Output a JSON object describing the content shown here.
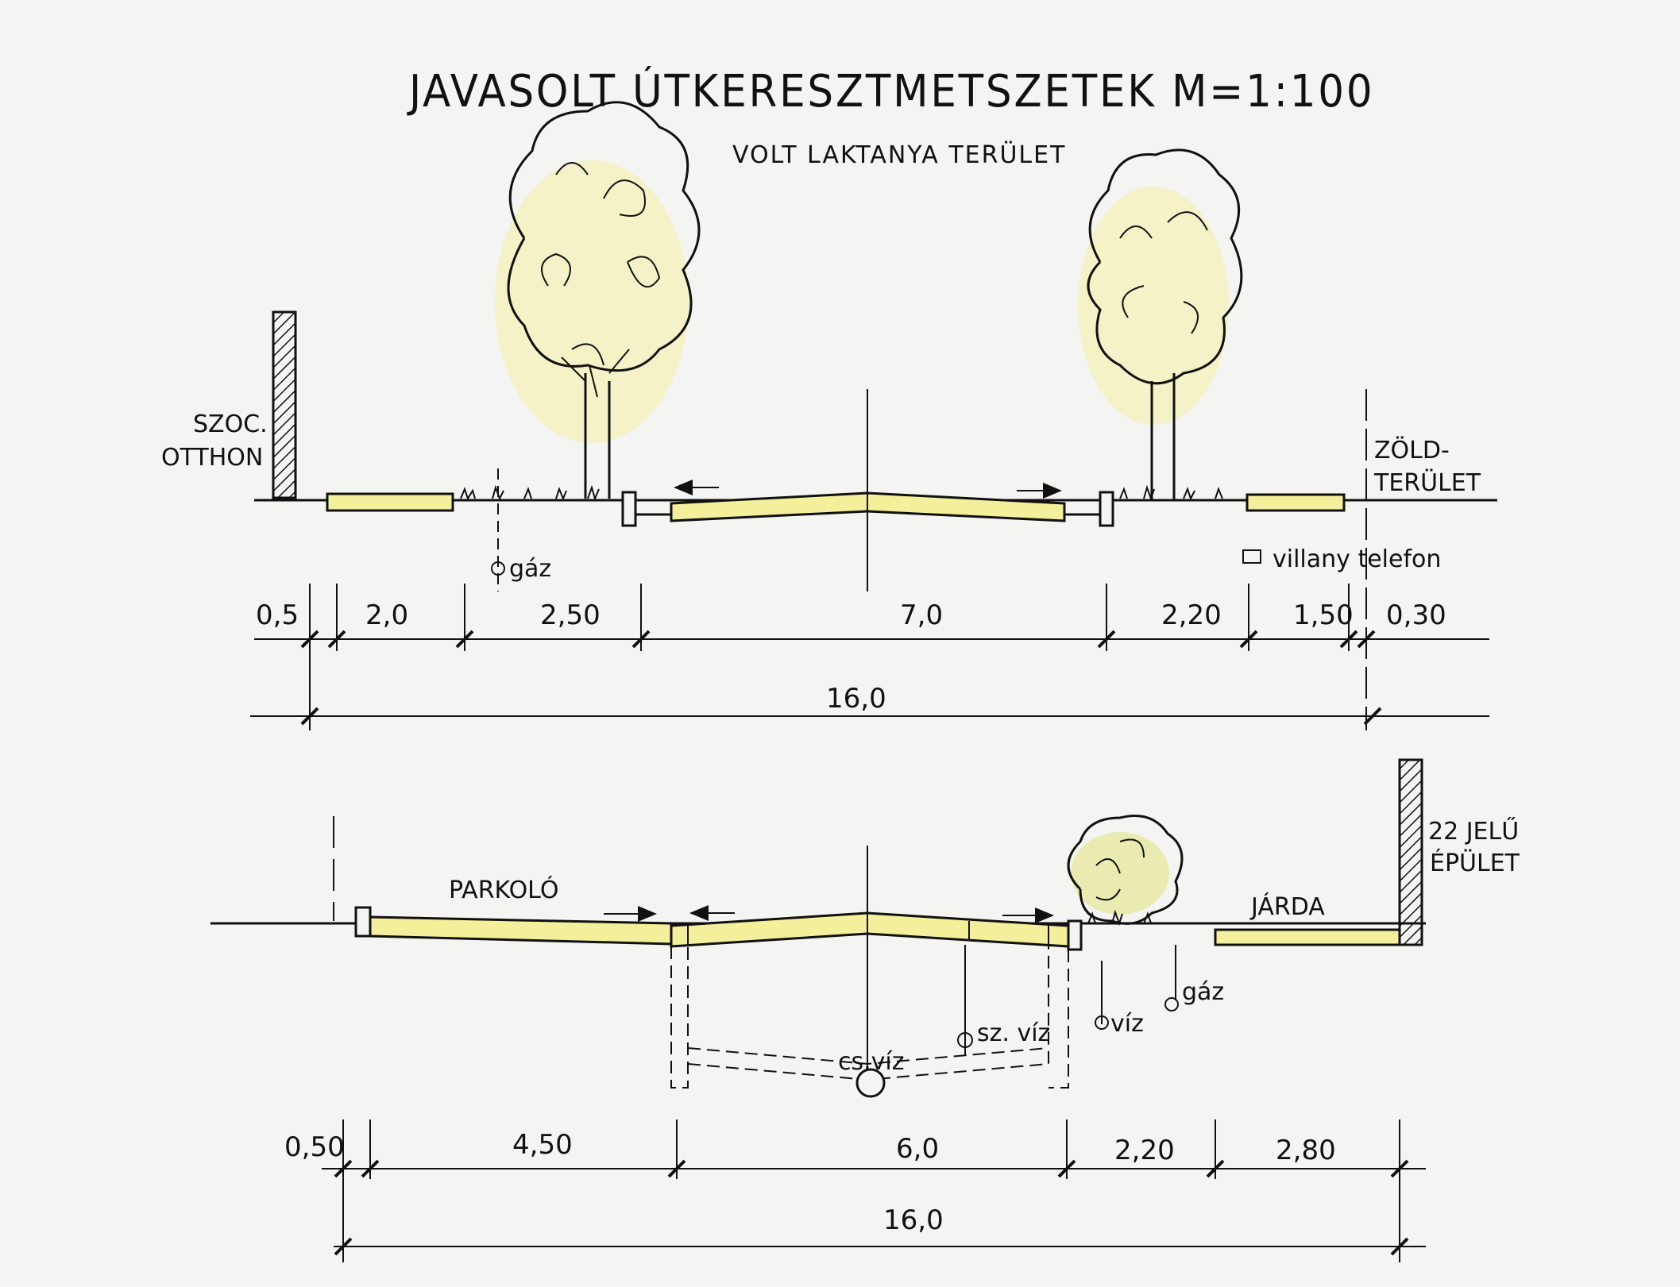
{
  "title": "JAVASOLT ÚTKERESZTMETSZETEK M=1:100",
  "subtitle": "VOLT LAKTANYA TERÜLET",
  "colors": {
    "paving": "#f3ef9a",
    "ink": "#111111",
    "tree_tint": "#f4f2c6",
    "paper": "#f4f4f2"
  },
  "section_top": {
    "left_building": [
      "SZOC.",
      "OTTHON"
    ],
    "right_area": [
      "ZÖLD-",
      "TERÜLET"
    ],
    "utilities": {
      "gas": "gáz",
      "electric_phone": "villany telefon"
    },
    "dimensions": [
      "0,5",
      "2,0",
      "2,50",
      "7,0",
      "2,20",
      "1,50",
      "0,30"
    ],
    "total": "16,0"
  },
  "section_bottom": {
    "parking": "PARKOLÓ",
    "sidewalk": "JÁRDA",
    "right_building": [
      "22 JELŰ",
      "ÉPÜLET"
    ],
    "utilities": {
      "sewer": "cs.víz",
      "storm_water": "sz. víz",
      "water": "víz",
      "gas": "gáz"
    },
    "dimensions": [
      "0,50",
      "4,50",
      "6,0",
      "2,20",
      "2,80"
    ],
    "total": "16,0"
  }
}
